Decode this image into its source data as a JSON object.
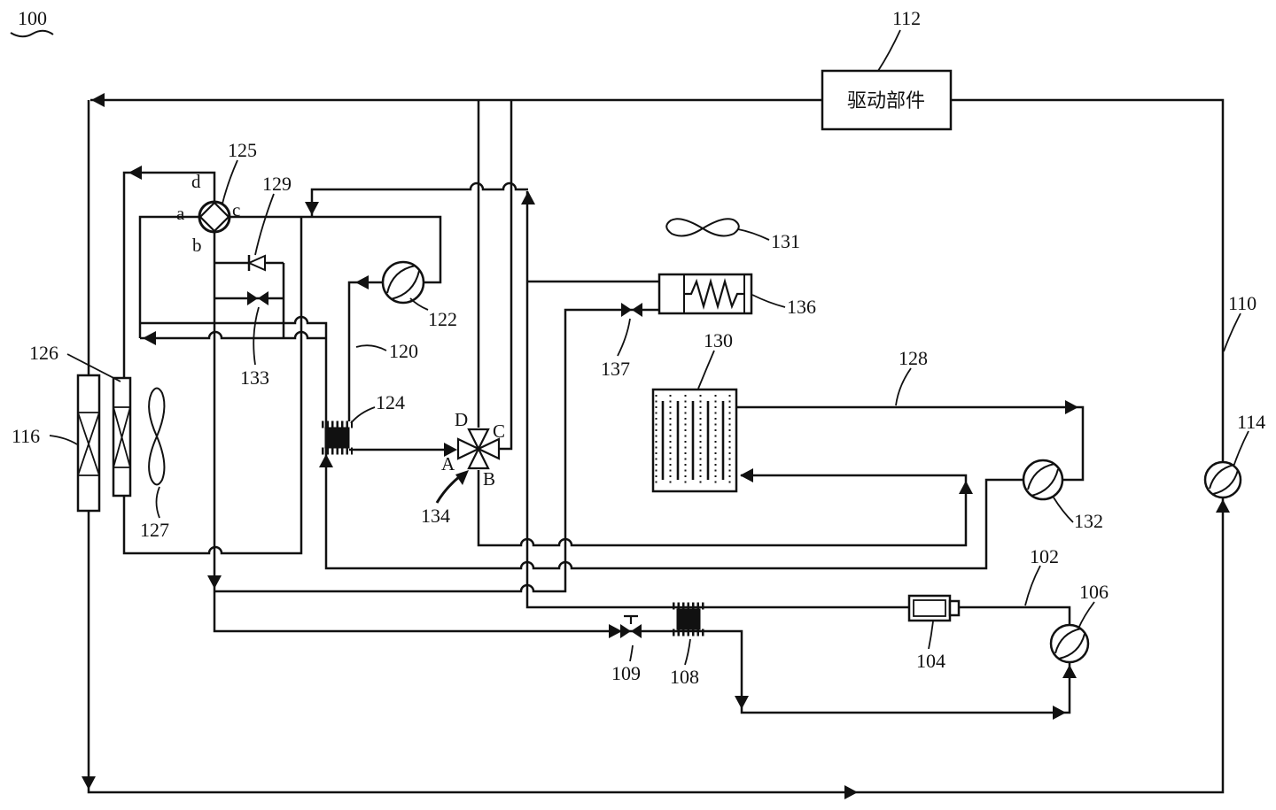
{
  "figure": {
    "system_ref": "100",
    "drive_box": {
      "ref": "112",
      "label": "驱动部件"
    }
  },
  "refs": {
    "r100": "100",
    "r102": "102",
    "r104": "104",
    "r106": "106",
    "r108": "108",
    "r109": "109",
    "r110": "110",
    "r112": "112",
    "r114": "114",
    "r116": "116",
    "r120": "120",
    "r122": "122",
    "r124": "124",
    "r125": "125",
    "r126": "126",
    "r127": "127",
    "r128": "128",
    "r129": "129",
    "r130": "130",
    "r131": "131",
    "r132": "132",
    "r133": "133",
    "r134": "134",
    "r136": "136",
    "r137": "137"
  },
  "ports": {
    "pump125": {
      "a": "a",
      "b": "b",
      "c": "c",
      "d": "d"
    },
    "valve134": {
      "A": "A",
      "B": "B",
      "C": "C",
      "D": "D"
    }
  },
  "colors": {
    "line": "#111111",
    "background": "#ffffff"
  },
  "icons": [
    "pump-icon-125",
    "pump-icon-122",
    "pump-icon-132",
    "pump-icon-106",
    "pump-icon-114",
    "four-way-valve-icon-134",
    "check-valve-icon-129",
    "valve-icon-133",
    "valve-icon-137",
    "valve-icon-109",
    "fan-icon-127",
    "fan-icon-131",
    "heat-exchanger-icon-116",
    "heat-exchanger-icon-126",
    "plate-exchanger-icon-124",
    "plate-exchanger-icon-108",
    "battery-icon-130",
    "heater-icon-136",
    "sensor-icon-104"
  ]
}
